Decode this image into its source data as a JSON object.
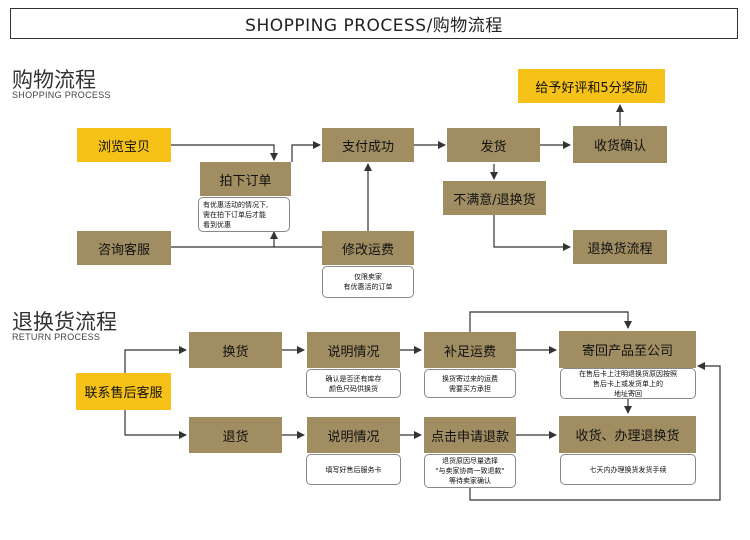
{
  "banner": {
    "title": "SHOPPING PROCESS/购物流程"
  },
  "shopping": {
    "title": "购物流程",
    "subtitle": "SHOPPING PROCESS",
    "browse": "浏览宝贝",
    "order": "拍下订单",
    "order_note": "有优惠活动的情况下,\n需在拍下订单后才能\n看到优惠",
    "consult": "咨询客服",
    "pay": "支付成功",
    "modify": "修改运费",
    "modify_note": "仅限卖家\n有优惠活的订单",
    "ship": "发货",
    "receive": "收货确认",
    "review": "给予好评和5分奖励",
    "unsatisfied": "不满意/退换货",
    "return_flow": "退换货流程"
  },
  "returns": {
    "title": "退换货流程",
    "subtitle": "RETURN PROCESS",
    "contact": "联系售后客服",
    "exchange": "换货",
    "explain1": "说明情况",
    "explain1_note": "确认是否还有库存\n颜色尺码供换货",
    "supplement": "补足运费",
    "supplement_note": "换货寄过来的运费\n需要买方承担",
    "send_back": "寄回产品至公司",
    "send_back_note": "在售后卡上注明退换货原因按照\n售后卡上或发货单上的\n地址寄回",
    "refund_goods": "退货",
    "explain2": "说明情况",
    "explain2_note": "填写好售后服务卡",
    "apply_refund": "点击申请退款",
    "apply_refund_note": "退货原因尽量选择\n\"与卖家协商一致退款\"\n等待卖家确认",
    "handle": "收货、办理退换货",
    "handle_note": "七天内办理换货发货手续"
  },
  "colors": {
    "olive": "#a08e62",
    "yellow": "#f6c218",
    "line": "#333333"
  }
}
